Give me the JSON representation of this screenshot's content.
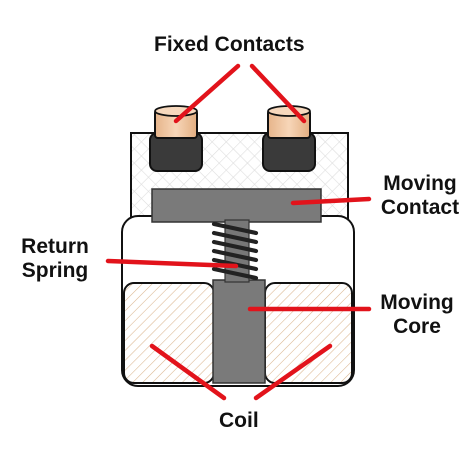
{
  "labels": {
    "fixed_contacts": "Fixed Contacts",
    "moving_contact": [
      "Moving",
      "Contact"
    ],
    "return_spring": [
      "Return",
      "Spring"
    ],
    "moving_core": [
      "Moving",
      "Core"
    ],
    "coil": "Coil"
  },
  "colors": {
    "leader_line": "#e2131b",
    "outline": "#111111",
    "contact_cap": "#f3c9a6",
    "contact_base": "#3a3a3a",
    "moving_contact": "#7a7a7a",
    "moving_core": "#7a7a7a",
    "coil_hatch": "#d9b48f",
    "housing_hatch": "#dcdcdc",
    "spring": "#222222"
  }
}
